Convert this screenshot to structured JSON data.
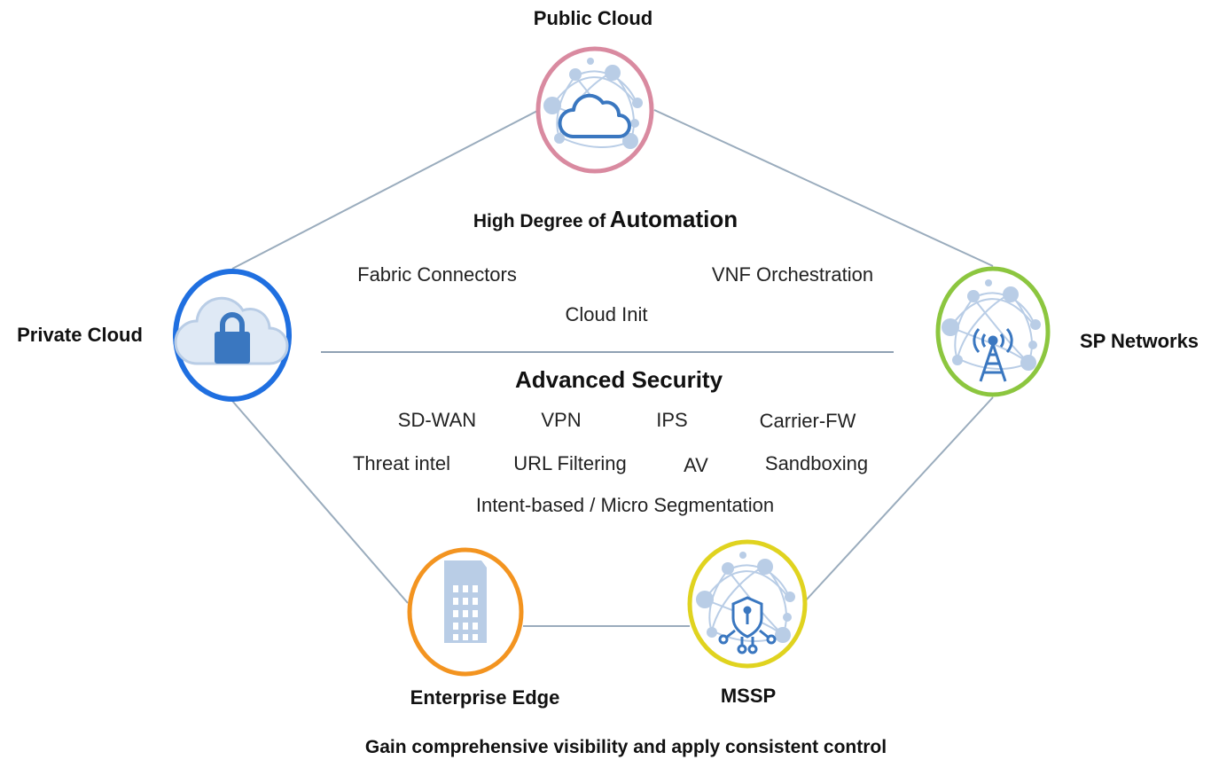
{
  "nodes": {
    "public_cloud": {
      "label": "Public Cloud",
      "ring_color": "#d98aa0"
    },
    "private_cloud": {
      "label": "Private Cloud",
      "ring_color": "#1f6fe0"
    },
    "sp_networks": {
      "label": "SP Networks",
      "ring_color": "#8cc63f"
    },
    "enterprise_edge": {
      "label": "Enterprise Edge",
      "ring_color": "#f39420"
    },
    "mssp": {
      "label": "MSSP",
      "ring_color": "#e0d31f"
    }
  },
  "automation": {
    "title_prefix": "High Degree of",
    "title_main": "Automation",
    "items": [
      "Fabric Connectors",
      "VNF Orchestration",
      "Cloud Init"
    ]
  },
  "security": {
    "title": "Advanced Security",
    "row1": [
      "SD-WAN",
      "VPN",
      "IPS",
      "Carrier-FW"
    ],
    "row2": [
      "Threat intel",
      "URL Filtering",
      "AV",
      "Sandboxing"
    ],
    "row3": [
      "Intent-based / Micro Segmentation"
    ]
  },
  "footer": "Gain comprehensive visibility and apply consistent control",
  "colors": {
    "connector": "#9aacbd",
    "icon_light": "#b9cde6",
    "icon_dark": "#3a77c0"
  }
}
